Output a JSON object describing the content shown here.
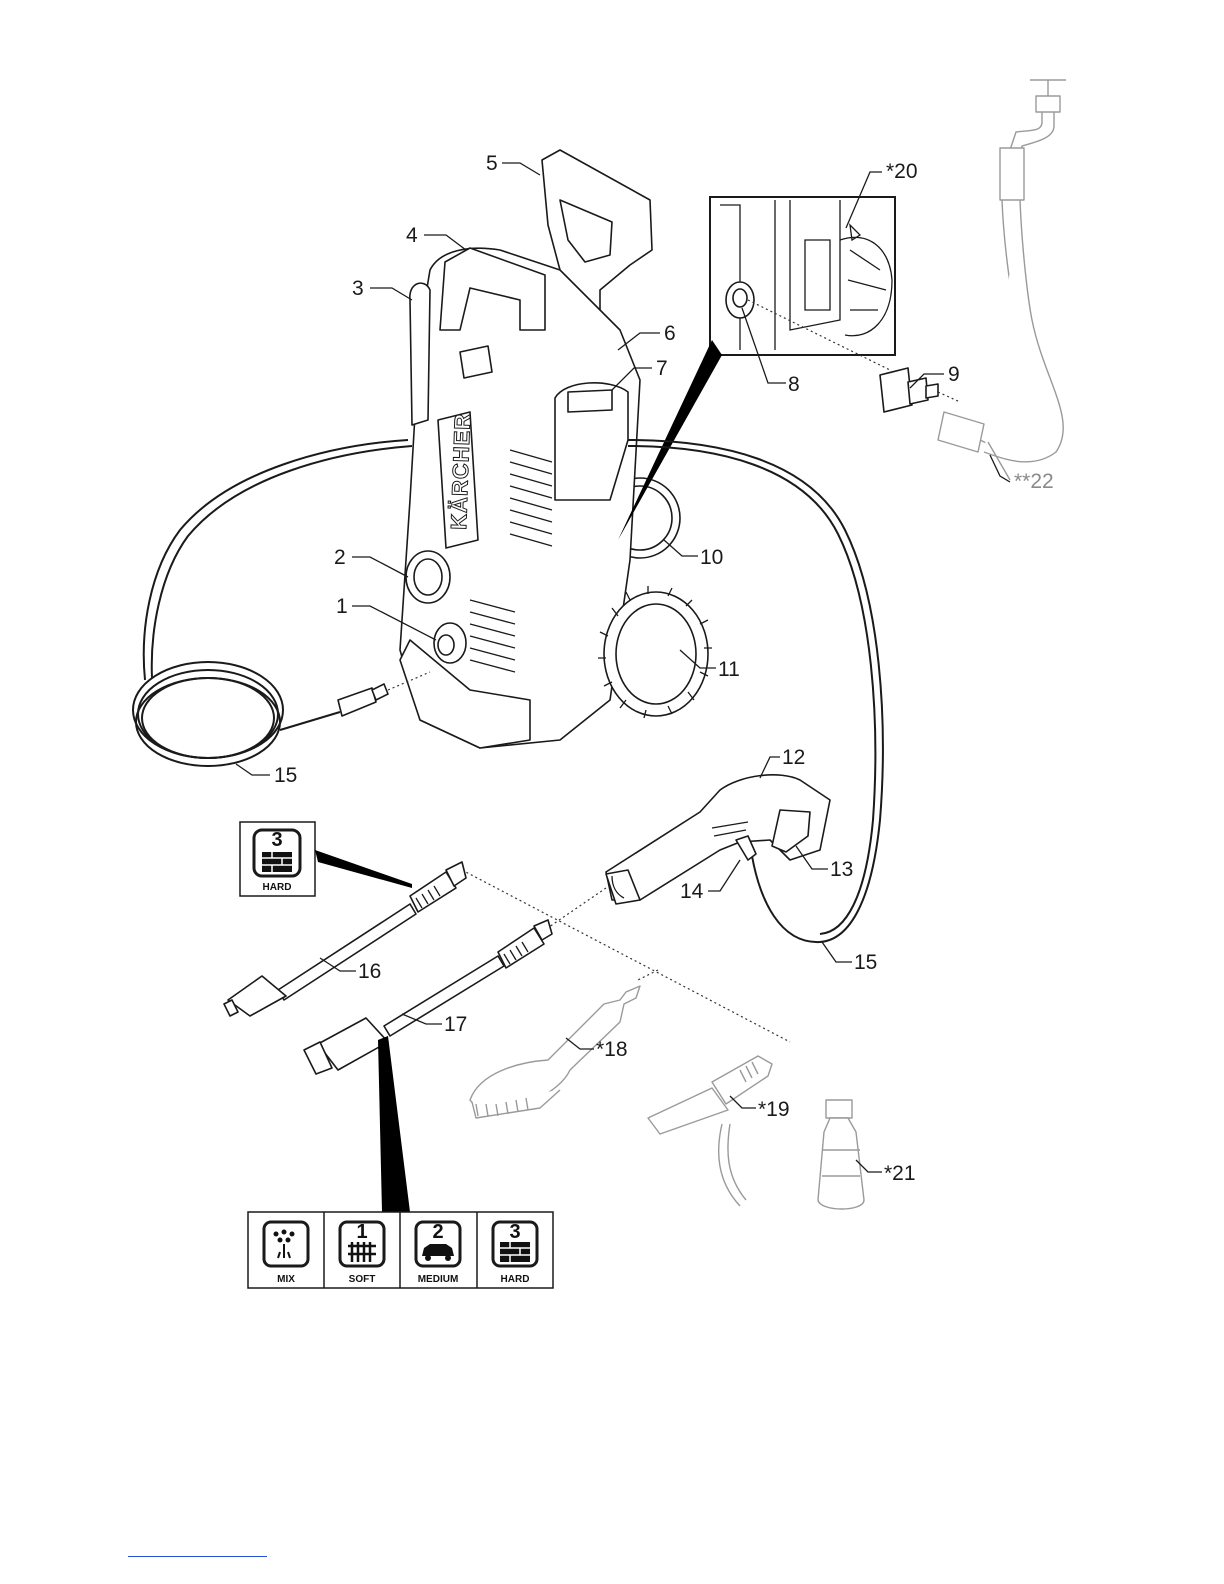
{
  "brand": "KÄRCHER",
  "callouts": [
    {
      "id": "1",
      "text": "1"
    },
    {
      "id": "2",
      "text": "2"
    },
    {
      "id": "3",
      "text": "3"
    },
    {
      "id": "4",
      "text": "4"
    },
    {
      "id": "5",
      "text": "5"
    },
    {
      "id": "6",
      "text": "6"
    },
    {
      "id": "7",
      "text": "7"
    },
    {
      "id": "8",
      "text": "8"
    },
    {
      "id": "9",
      "text": "9"
    },
    {
      "id": "10",
      "text": "10"
    },
    {
      "id": "11",
      "text": "11"
    },
    {
      "id": "12",
      "text": "12"
    },
    {
      "id": "13",
      "text": "13"
    },
    {
      "id": "14",
      "text": "14"
    },
    {
      "id": "15a",
      "text": "15"
    },
    {
      "id": "15b",
      "text": "15"
    },
    {
      "id": "16",
      "text": "16"
    },
    {
      "id": "17",
      "text": "17"
    },
    {
      "id": "18",
      "text": "*18"
    },
    {
      "id": "19",
      "text": "*19"
    },
    {
      "id": "20",
      "text": "*20"
    },
    {
      "id": "21",
      "text": "*21"
    },
    {
      "id": "22",
      "text": "**22"
    }
  ],
  "nozzle_16_mode": {
    "number": "3",
    "label": "HARD"
  },
  "nozzle_17_modes": [
    {
      "number": "",
      "label": "MIX"
    },
    {
      "number": "1",
      "label": "SOFT"
    },
    {
      "number": "2",
      "label": "MEDIUM"
    },
    {
      "number": "3",
      "label": "HARD"
    }
  ]
}
